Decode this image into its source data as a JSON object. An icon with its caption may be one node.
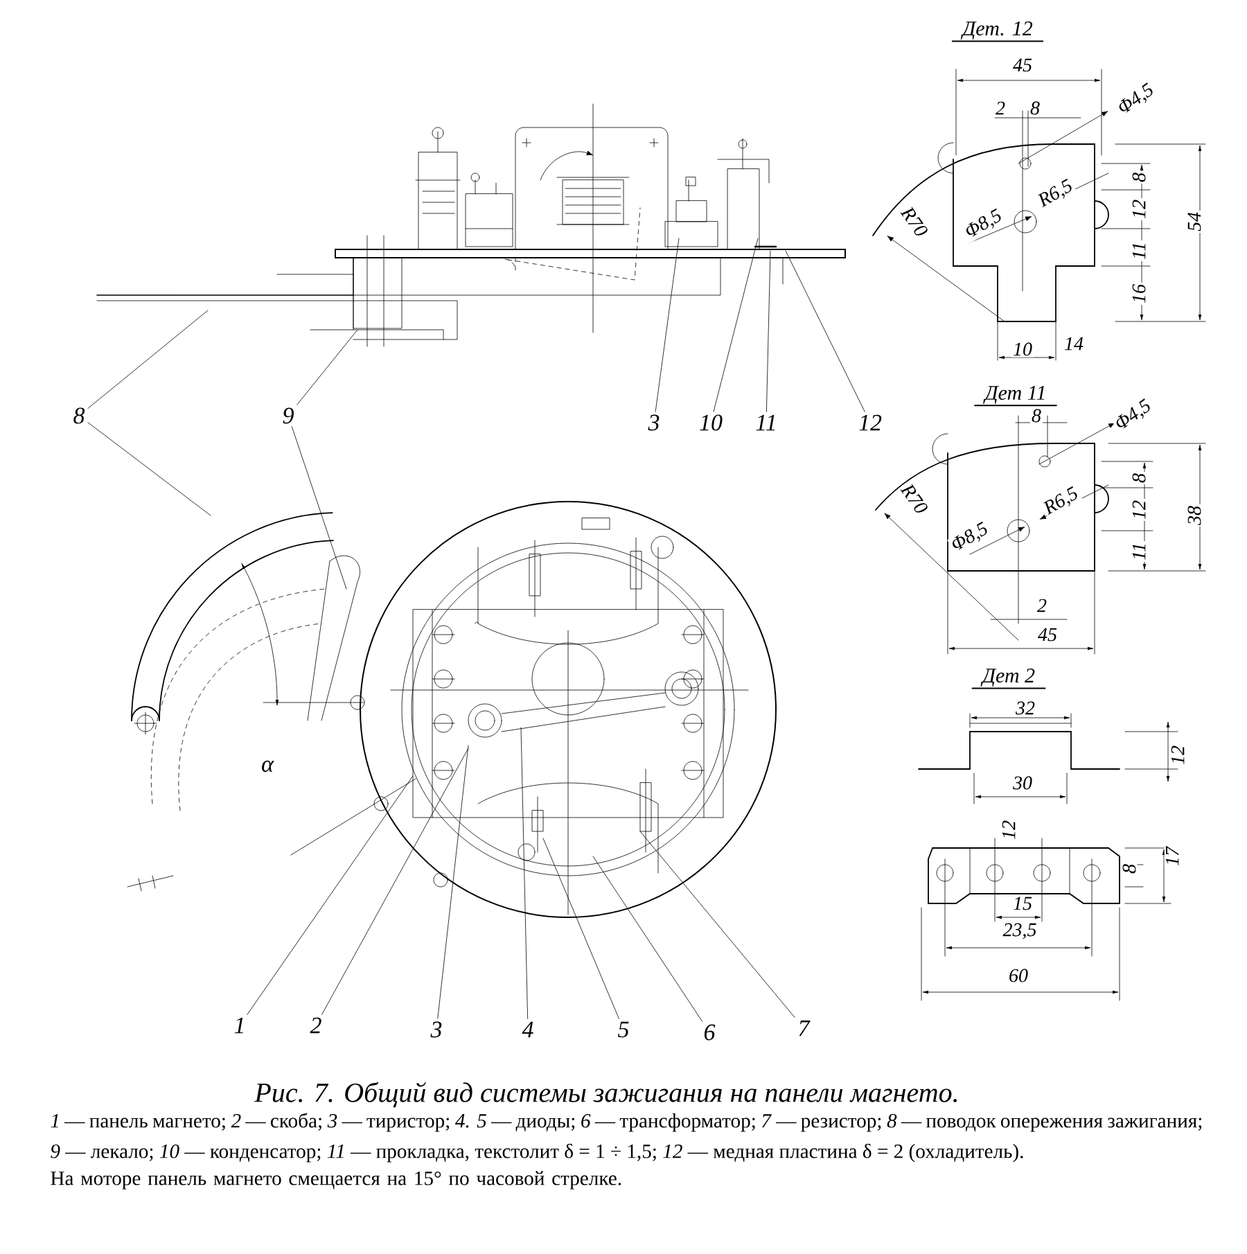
{
  "diagram": {
    "caption": "Рис. 7. Общий вид системы зажигания на панели магнето.",
    "nodes": [
      {
        "text": [
          "8"
        ]
      },
      {
        "text": [
          "9"
        ]
      },
      {
        "text": [
          "3"
        ]
      },
      {
        "text": [
          "10"
        ]
      },
      {
        "text": [
          "11"
        ]
      },
      {
        "text": [
          "12"
        ]
      },
      {
        "text": [
          "1"
        ]
      },
      {
        "text": [
          "2"
        ]
      },
      {
        "text": [
          "3"
        ]
      },
      {
        "text": [
          "4"
        ]
      },
      {
        "text": [
          "5"
        ]
      },
      {
        "text": [
          "6"
        ]
      },
      {
        "text": [
          "7"
        ]
      },
      {
        "text": [],
        "shape": "picture"
      },
      {
        "text": [],
        "shape": "picture"
      },
      {
        "text": [],
        "shape": "picture"
      }
    ],
    "edges": [
      {
        "from": 0,
        "to": null,
        "arrow": "none"
      },
      {
        "from": 0,
        "to": 13,
        "arrow": "none"
      },
      {
        "from": 1,
        "to": null,
        "arrow": "none"
      },
      {
        "from": 1,
        "to": 14,
        "arrow": "none"
      },
      {
        "from": 2,
        "to": null,
        "arrow": "none"
      },
      {
        "from": 3,
        "to": null,
        "arrow": "none"
      },
      {
        "from": 4,
        "to": null,
        "arrow": "none"
      },
      {
        "from": 5,
        "to": null,
        "arrow": "none"
      },
      {
        "from": 6,
        "to": 15,
        "arrow": "none"
      },
      {
        "from": 7,
        "to": 15,
        "arrow": "none"
      },
      {
        "from": 8,
        "to": 15,
        "arrow": "none"
      },
      {
        "from": 9,
        "to": 15,
        "arrow": "none"
      },
      {
        "from": 10,
        "to": 15,
        "arrow": "none"
      },
      {
        "from": 11,
        "to": 15,
        "arrow": "none"
      },
      {
        "from": 12,
        "to": 15,
        "arrow": "none"
      }
    ],
    "labels": [
      "Дет. 12",
      "45",
      "2",
      "8",
      "Φ4,5",
      "R6,5",
      "Φ8,5",
      "R70",
      "8",
      "12",
      "11",
      "16",
      "54",
      "10",
      "14",
      "Дет 11",
      "8",
      "Φ4,5",
      "R6,5",
      "Φ8,5",
      "R70",
      "8",
      "12",
      "11",
      "38",
      "2",
      "45",
      "Дет 2",
      "32",
      "30",
      "12",
      "12",
      "15",
      "23,5",
      "17",
      "8",
      "60",
      "α",
      "*1* — панель магнето; *2* — скоба; *3* — тиристор; *4. 5* — диоды; *6* — трансформатор; *7* — резистор; *8* — поводок опережения зажигания; *9* — лекало; *10* — конденсатор; *11* — прокладка, текстолит δ = 1 ÷ 1,5; *12* — медная пластина δ = 2 (охладитель).",
      "На моторе панель магнето смещается на 15° по часовой стрелке."
    ]
  }
}
